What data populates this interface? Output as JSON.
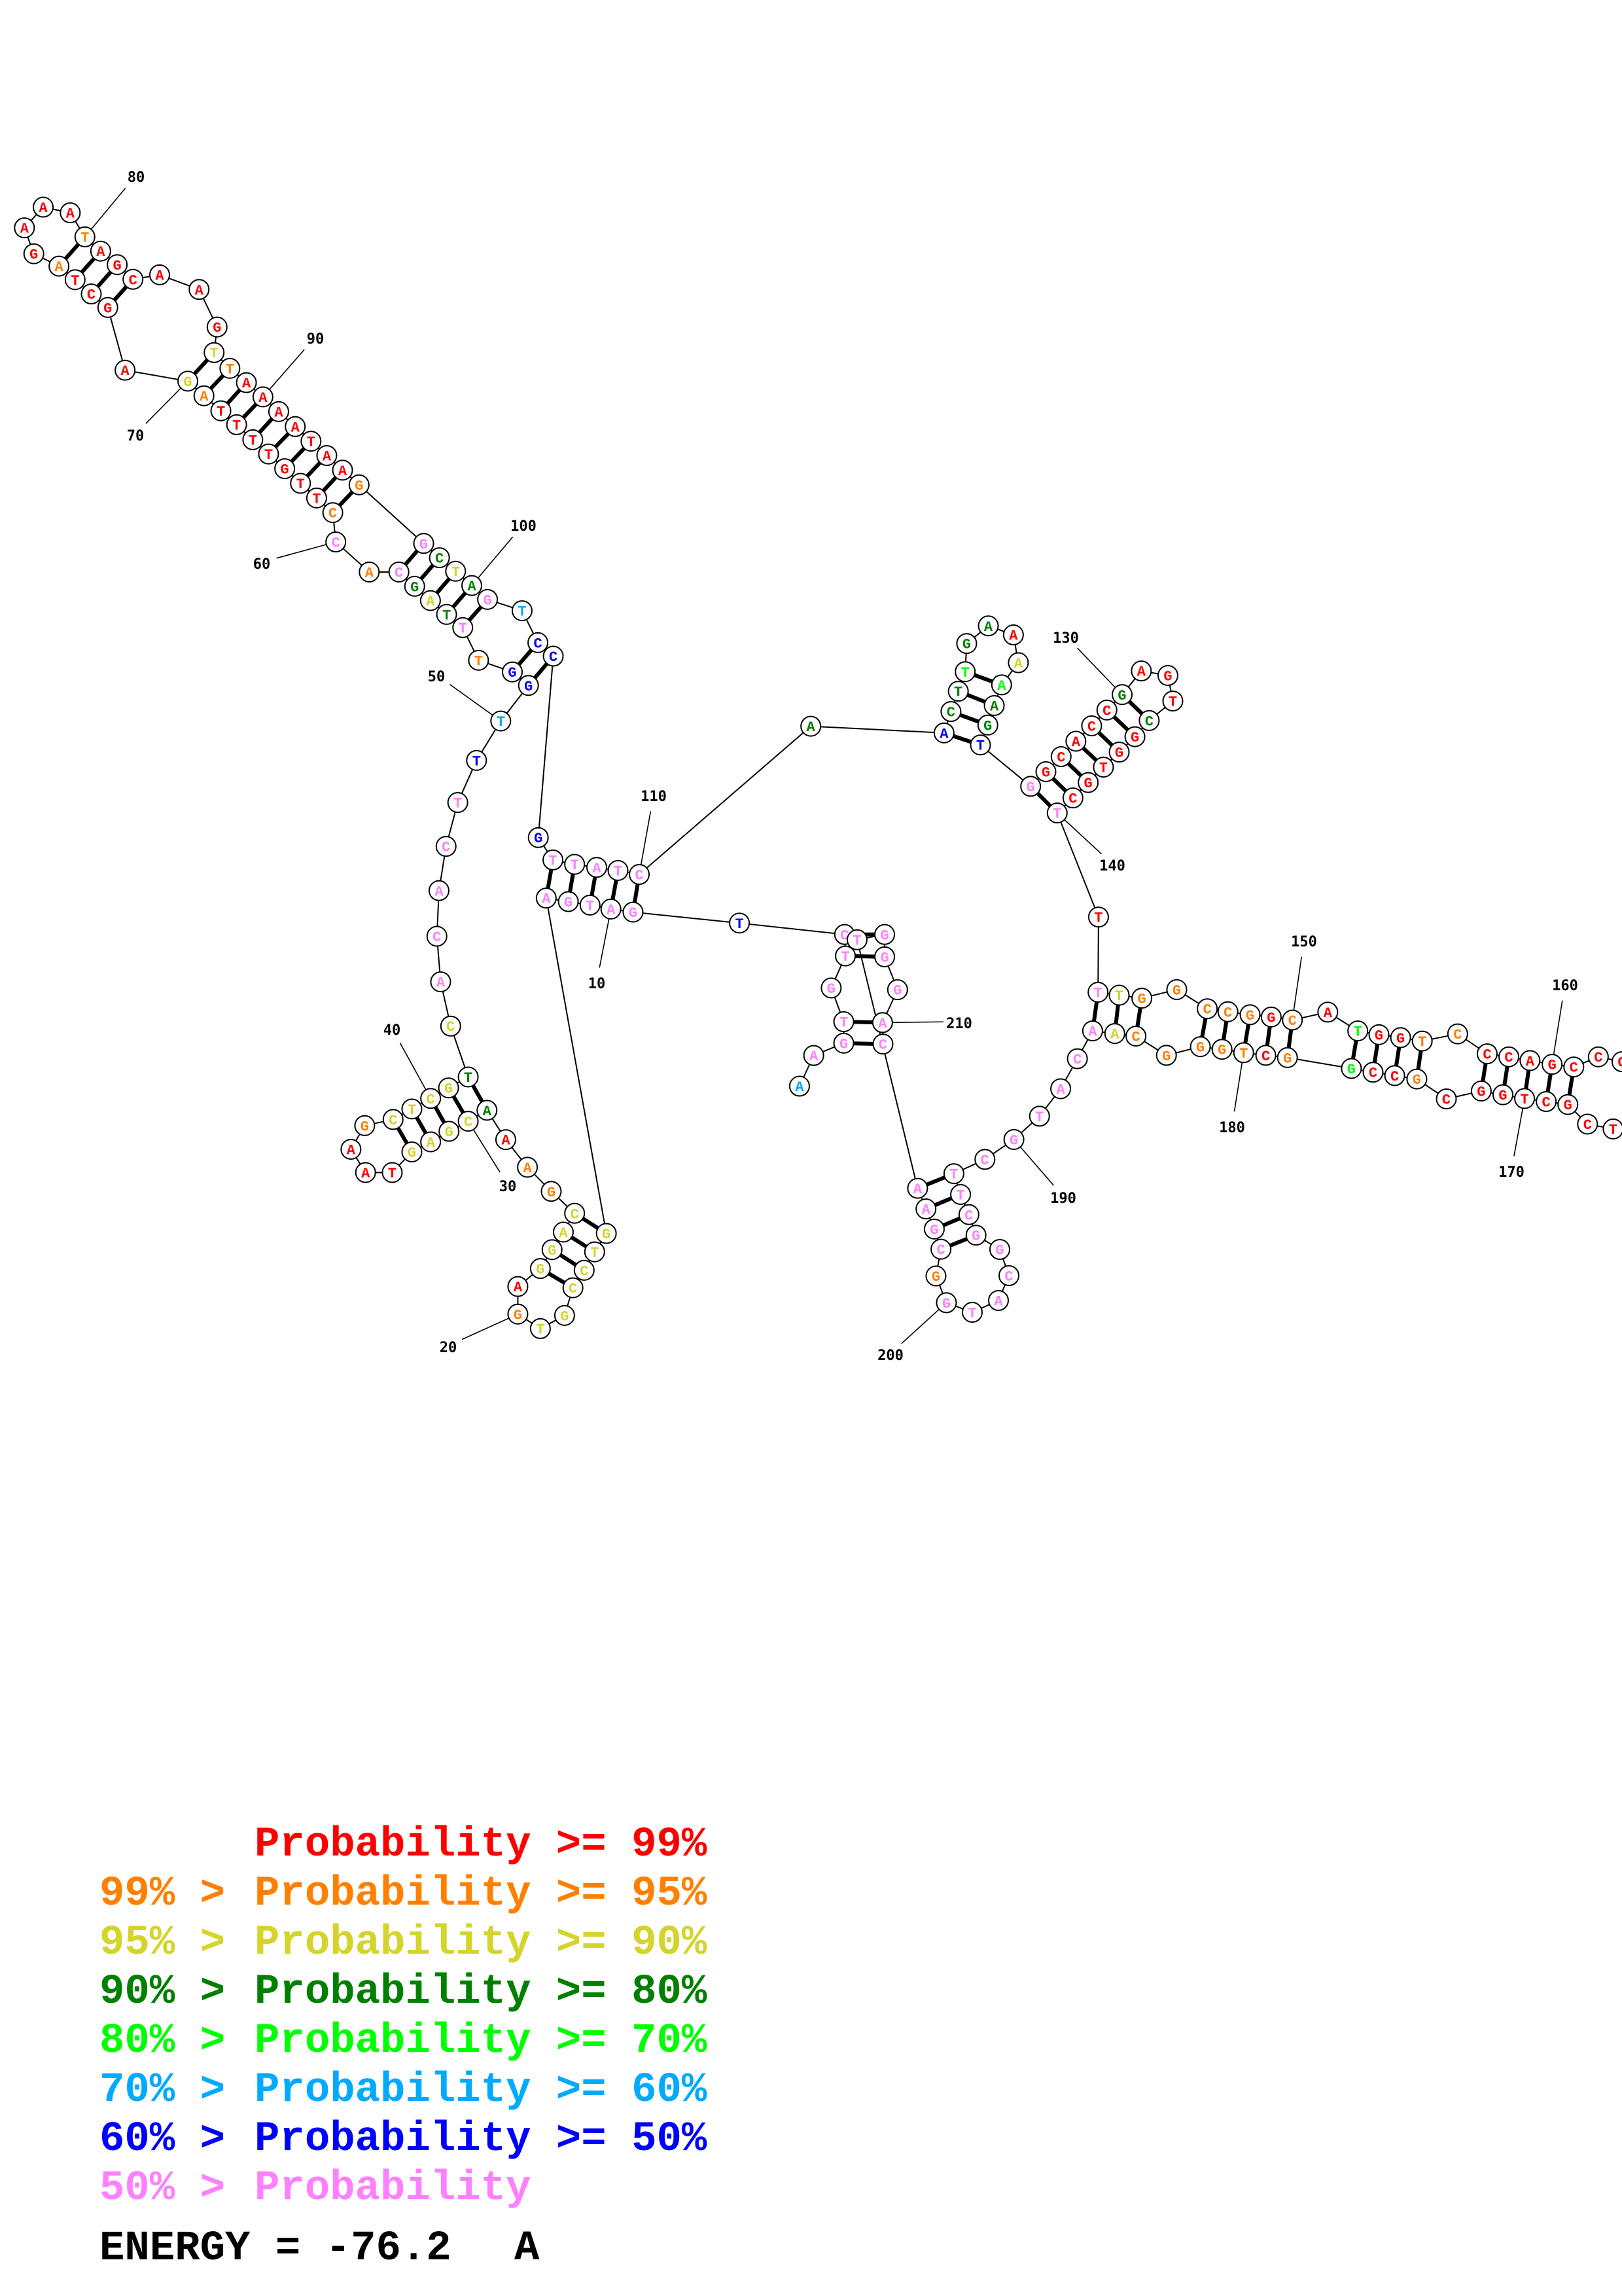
{
  "nucleotides": [
    [
      1,
      "A",
      5
    ],
    [
      2,
      "A",
      7
    ],
    [
      3,
      "G",
      7
    ],
    [
      4,
      "T",
      7
    ],
    [
      5,
      "G",
      7
    ],
    [
      6,
      "T",
      7
    ],
    [
      7,
      "C",
      7
    ],
    [
      8,
      "T",
      6
    ],
    [
      9,
      "G",
      7
    ],
    [
      10,
      "A",
      7
    ],
    [
      11,
      "T",
      7
    ],
    [
      12,
      "G",
      7
    ],
    [
      13,
      "A",
      7
    ],
    [
      14,
      "G",
      2
    ],
    [
      15,
      "T",
      2
    ],
    [
      16,
      "C",
      2
    ],
    [
      17,
      "C",
      2
    ],
    [
      18,
      "G",
      2
    ],
    [
      19,
      "T",
      2
    ],
    [
      20,
      "G",
      1
    ],
    [
      21,
      "A",
      0
    ],
    [
      22,
      "G",
      2
    ],
    [
      23,
      "G",
      2
    ],
    [
      24,
      "A",
      2
    ],
    [
      25,
      "C",
      2
    ],
    [
      26,
      "G",
      1
    ],
    [
      27,
      "A",
      1
    ],
    [
      28,
      "A",
      0
    ],
    [
      29,
      "A",
      3
    ],
    [
      30,
      "C",
      2
    ],
    [
      31,
      "G",
      2
    ],
    [
      32,
      "A",
      2
    ],
    [
      33,
      "G",
      2
    ],
    [
      34,
      "T",
      0
    ],
    [
      35,
      "A",
      0
    ],
    [
      36,
      "A",
      0
    ],
    [
      37,
      "G",
      1
    ],
    [
      38,
      "C",
      2
    ],
    [
      39,
      "T",
      2
    ],
    [
      40,
      "C",
      2
    ],
    [
      41,
      "G",
      2
    ],
    [
      42,
      "T",
      3
    ],
    [
      43,
      "C",
      2
    ],
    [
      44,
      "A",
      7
    ],
    [
      45,
      "C",
      7
    ],
    [
      46,
      "A",
      7
    ],
    [
      47,
      "C",
      7
    ],
    [
      48,
      "T",
      7
    ],
    [
      49,
      "T",
      6
    ],
    [
      50,
      "T",
      5
    ],
    [
      51,
      "G",
      6
    ],
    [
      52,
      "G",
      6
    ],
    [
      53,
      "T",
      1
    ],
    [
      54,
      "T",
      7
    ],
    [
      55,
      "T",
      3
    ],
    [
      56,
      "A",
      2
    ],
    [
      57,
      "G",
      3
    ],
    [
      58,
      "C",
      7
    ],
    [
      59,
      "A",
      1
    ],
    [
      60,
      "C",
      7
    ],
    [
      61,
      "C",
      1
    ],
    [
      62,
      "T",
      0
    ],
    [
      63,
      "T",
      0
    ],
    [
      64,
      "G",
      0
    ],
    [
      65,
      "T",
      0
    ],
    [
      66,
      "T",
      0
    ],
    [
      67,
      "T",
      0
    ],
    [
      68,
      "T",
      0
    ],
    [
      69,
      "A",
      1
    ],
    [
      70,
      "G",
      2
    ],
    [
      71,
      "A",
      0
    ],
    [
      72,
      "G",
      0
    ],
    [
      73,
      "C",
      0
    ],
    [
      74,
      "T",
      0
    ],
    [
      75,
      "A",
      1
    ],
    [
      76,
      "G",
      0
    ],
    [
      77,
      "A",
      0
    ],
    [
      78,
      "A",
      0
    ],
    [
      79,
      "A",
      0
    ],
    [
      80,
      "T",
      1
    ],
    [
      81,
      "A",
      0
    ],
    [
      82,
      "G",
      0
    ],
    [
      83,
      "C",
      0
    ],
    [
      84,
      "A",
      0
    ],
    [
      85,
      "A",
      0
    ],
    [
      86,
      "G",
      0
    ],
    [
      87,
      "T",
      2
    ],
    [
      88,
      "T",
      1
    ],
    [
      89,
      "A",
      0
    ],
    [
      90,
      "A",
      0
    ],
    [
      91,
      "A",
      0
    ],
    [
      92,
      "A",
      0
    ],
    [
      93,
      "T",
      0
    ],
    [
      94,
      "A",
      0
    ],
    [
      95,
      "A",
      0
    ],
    [
      96,
      "G",
      1
    ],
    [
      97,
      "G",
      7
    ],
    [
      98,
      "C",
      3
    ],
    [
      99,
      "T",
      2
    ],
    [
      100,
      "A",
      3
    ],
    [
      101,
      "G",
      7
    ],
    [
      102,
      "T",
      5
    ],
    [
      103,
      "C",
      6
    ],
    [
      104,
      "C",
      6
    ],
    [
      105,
      "G",
      6
    ],
    [
      106,
      "T",
      7
    ],
    [
      107,
      "T",
      7
    ],
    [
      108,
      "A",
      7
    ],
    [
      109,
      "T",
      7
    ],
    [
      110,
      "C",
      7
    ],
    [
      111,
      "A",
      3
    ],
    [
      112,
      "A",
      6
    ],
    [
      113,
      "C",
      3
    ],
    [
      114,
      "T",
      3
    ],
    [
      115,
      "T",
      4
    ],
    [
      116,
      "G",
      3
    ],
    [
      117,
      "A",
      3
    ],
    [
      118,
      "A",
      0
    ],
    [
      119,
      "A",
      2
    ],
    [
      120,
      "A",
      4
    ],
    [
      121,
      "A",
      3
    ],
    [
      122,
      "G",
      3
    ],
    [
      123,
      "T",
      6
    ],
    [
      124,
      "G",
      7
    ],
    [
      125,
      "G",
      0
    ],
    [
      126,
      "C",
      0
    ],
    [
      127,
      "A",
      0
    ],
    [
      128,
      "C",
      0
    ],
    [
      129,
      "C",
      0
    ],
    [
      130,
      "G",
      3
    ],
    [
      131,
      "A",
      0
    ],
    [
      132,
      "G",
      0
    ],
    [
      133,
      "T",
      0
    ],
    [
      134,
      "C",
      3
    ],
    [
      135,
      "G",
      0
    ],
    [
      136,
      "G",
      0
    ],
    [
      137,
      "T",
      0
    ],
    [
      138,
      "G",
      0
    ],
    [
      139,
      "C",
      0
    ],
    [
      140,
      "T",
      7
    ],
    [
      141,
      "T",
      0
    ],
    [
      142,
      "T",
      7
    ],
    [
      143,
      "T",
      2
    ],
    [
      144,
      "G",
      1
    ],
    [
      145,
      "G",
      1
    ],
    [
      146,
      "C",
      1
    ],
    [
      147,
      "C",
      1
    ],
    [
      148,
      "G",
      1
    ],
    [
      149,
      "G",
      0
    ],
    [
      150,
      "C",
      1
    ],
    [
      151,
      "A",
      0
    ],
    [
      152,
      "T",
      4
    ],
    [
      153,
      "G",
      0
    ],
    [
      154,
      "G",
      0
    ],
    [
      155,
      "T",
      1
    ],
    [
      156,
      "C",
      1
    ],
    [
      157,
      "C",
      0
    ],
    [
      158,
      "C",
      0
    ],
    [
      159,
      "A",
      0
    ],
    [
      160,
      "G",
      0
    ],
    [
      161,
      "C",
      0
    ],
    [
      162,
      "C",
      0
    ],
    [
      163,
      "C",
      0
    ],
    [
      166,
      "T",
      0
    ],
    [
      167,
      "C",
      0
    ],
    [
      168,
      "G",
      0
    ],
    [
      169,
      "C",
      0
    ],
    [
      170,
      "T",
      0
    ],
    [
      171,
      "G",
      0
    ],
    [
      172,
      "G",
      0
    ],
    [
      173,
      "C",
      0
    ],
    [
      174,
      "G",
      1
    ],
    [
      175,
      "C",
      0
    ],
    [
      176,
      "C",
      0
    ],
    [
      177,
      "G",
      4
    ],
    [
      178,
      "G",
      1
    ],
    [
      179,
      "C",
      0
    ],
    [
      180,
      "T",
      1
    ],
    [
      181,
      "G",
      1
    ],
    [
      182,
      "G",
      1
    ],
    [
      183,
      "G",
      1
    ],
    [
      184,
      "C",
      1
    ],
    [
      185,
      "A",
      2
    ],
    [
      186,
      "A",
      7
    ],
    [
      187,
      "C",
      7
    ],
    [
      188,
      "A",
      7
    ],
    [
      189,
      "T",
      7
    ],
    [
      190,
      "G",
      7
    ],
    [
      191,
      "C",
      7
    ],
    [
      192,
      "T",
      7
    ],
    [
      193,
      "T",
      7
    ],
    [
      194,
      "C",
      7
    ],
    [
      195,
      "G",
      7
    ],
    [
      196,
      "G",
      7
    ],
    [
      197,
      "C",
      7
    ],
    [
      198,
      "A",
      7
    ],
    [
      199,
      "T",
      7
    ],
    [
      200,
      "G",
      7
    ],
    [
      201,
      "G",
      1
    ],
    [
      202,
      "C",
      7
    ],
    [
      203,
      "G",
      7
    ],
    [
      204,
      "A",
      7
    ],
    [
      205,
      "A",
      7
    ],
    [
      206,
      "T",
      7
    ],
    [
      207,
      "G",
      7
    ],
    [
      208,
      "G",
      7
    ],
    [
      209,
      "G",
      7
    ],
    [
      210,
      "A",
      7
    ],
    [
      211,
      "C",
      7
    ]
  ],
  "pairs": [
    [
      80,
      75
    ],
    [
      81,
      74
    ],
    [
      82,
      73
    ],
    [
      83,
      72
    ],
    [
      87,
      70
    ],
    [
      88,
      69
    ],
    [
      89,
      68
    ],
    [
      90,
      67
    ],
    [
      91,
      66
    ],
    [
      92,
      65
    ],
    [
      93,
      64
    ],
    [
      94,
      63
    ],
    [
      95,
      62
    ],
    [
      96,
      61
    ],
    [
      97,
      58
    ],
    [
      98,
      57
    ],
    [
      99,
      56
    ],
    [
      100,
      55
    ],
    [
      101,
      54
    ],
    [
      103,
      52
    ],
    [
      104,
      51
    ],
    [
      106,
      13
    ],
    [
      107,
      12
    ],
    [
      108,
      11
    ],
    [
      109,
      10
    ],
    [
      110,
      9
    ],
    [
      25,
      14
    ],
    [
      24,
      15
    ],
    [
      23,
      16
    ],
    [
      22,
      17
    ],
    [
      42,
      29
    ],
    [
      41,
      30
    ],
    [
      40,
      31
    ],
    [
      39,
      32
    ],
    [
      38,
      33
    ],
    [
      112,
      123
    ],
    [
      113,
      122
    ],
    [
      114,
      121
    ],
    [
      115,
      120
    ],
    [
      124,
      140
    ],
    [
      125,
      139
    ],
    [
      126,
      138
    ],
    [
      127,
      137
    ],
    [
      128,
      136
    ],
    [
      129,
      135
    ],
    [
      130,
      134
    ],
    [
      142,
      186
    ],
    [
      143,
      185
    ],
    [
      144,
      184
    ],
    [
      146,
      182
    ],
    [
      147,
      181
    ],
    [
      148,
      180
    ],
    [
      149,
      179
    ],
    [
      150,
      178
    ],
    [
      152,
      177
    ],
    [
      153,
      176
    ],
    [
      154,
      175
    ],
    [
      155,
      174
    ],
    [
      157,
      172
    ],
    [
      158,
      171
    ],
    [
      159,
      170
    ],
    [
      160,
      169
    ],
    [
      161,
      168
    ],
    [
      192,
      205
    ],
    [
      193,
      204
    ],
    [
      194,
      203
    ],
    [
      195,
      202
    ],
    [
      7,
      207
    ],
    [
      6,
      208
    ],
    [
      4,
      210
    ],
    [
      3,
      211
    ]
  ],
  "position_labels": [
    {
      "n": 10,
      "text": "10"
    },
    {
      "n": 20,
      "text": "20"
    },
    {
      "n": 30,
      "text": "30"
    },
    {
      "n": 40,
      "text": "40"
    },
    {
      "n": 50,
      "text": "50"
    },
    {
      "n": 60,
      "text": "60"
    },
    {
      "n": 70,
      "text": "70"
    },
    {
      "n": 80,
      "text": "80"
    },
    {
      "n": 90,
      "text": "90"
    },
    {
      "n": 100,
      "text": "100"
    },
    {
      "n": 110,
      "text": "110"
    },
    {
      "n": 130,
      "text": "130"
    },
    {
      "n": 140,
      "text": "140"
    },
    {
      "n": 150,
      "text": "150"
    },
    {
      "n": 160,
      "text": "160"
    },
    {
      "n": 170,
      "text": "170"
    },
    {
      "n": 180,
      "text": "180"
    },
    {
      "n": 190,
      "text": "190"
    },
    {
      "n": 200,
      "text": "200"
    },
    {
      "n": 210,
      "text": "210"
    }
  ],
  "legend": [
    {
      "lower": "",
      "upper": "Probability >= 99%",
      "color": "#ff0000"
    },
    {
      "lower": "99% >",
      "upper": "Probability >= 95%",
      "color": "#ff8000"
    },
    {
      "lower": "95% >",
      "upper": "Probability >= 90%",
      "color": "#d4d42a"
    },
    {
      "lower": "90% >",
      "upper": "Probability >= 80%",
      "color": "#008000"
    },
    {
      "lower": "80% >",
      "upper": "Probability >= 70%",
      "color": "#00ff00"
    },
    {
      "lower": "70% >",
      "upper": "Probability >= 60%",
      "color": "#00aaff"
    },
    {
      "lower": "60% >",
      "upper": "Probability >= 50%",
      "color": "#0000ff"
    },
    {
      "lower": "50% >",
      "upper": "Probability",
      "color": "#ff80ff"
    }
  ],
  "energy": {
    "label": "ENERGY = -76.2",
    "unit": "A"
  }
}
